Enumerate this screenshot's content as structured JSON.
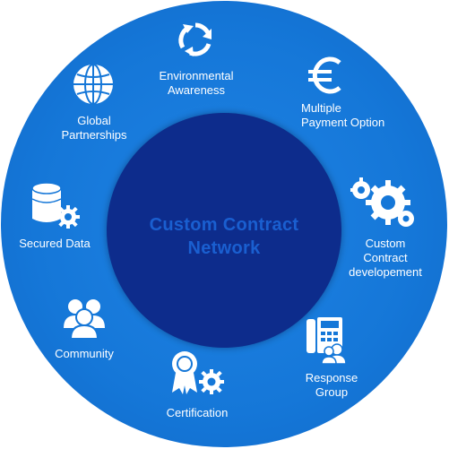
{
  "center": {
    "title": "Custom Contract\nNetwork"
  },
  "items": [
    {
      "id": "environmental",
      "label": "Environmental\nAwareness",
      "icon": "recycle-arrows-icon"
    },
    {
      "id": "payment",
      "label": "Multiple\nPayment Option",
      "icon": "euro-icon"
    },
    {
      "id": "custom",
      "label": "Custom\nContract\ndevelopement",
      "icon": "gears-icon"
    },
    {
      "id": "response",
      "label": "Response\nGroup",
      "icon": "phone-group-icon"
    },
    {
      "id": "certification",
      "label": "Certification",
      "icon": "award-ribbon-gear-icon"
    },
    {
      "id": "community",
      "label": "Community",
      "icon": "people-icon"
    },
    {
      "id": "secured",
      "label": "Secured Data",
      "icon": "database-gear-icon"
    },
    {
      "id": "global",
      "label": "Global\nPartnerships",
      "icon": "globe-icon"
    }
  ],
  "colors": {
    "ring": "#1577d8",
    "core": "#0d2c8c",
    "core_text": "#1a5fd0",
    "text": "#ffffff"
  }
}
